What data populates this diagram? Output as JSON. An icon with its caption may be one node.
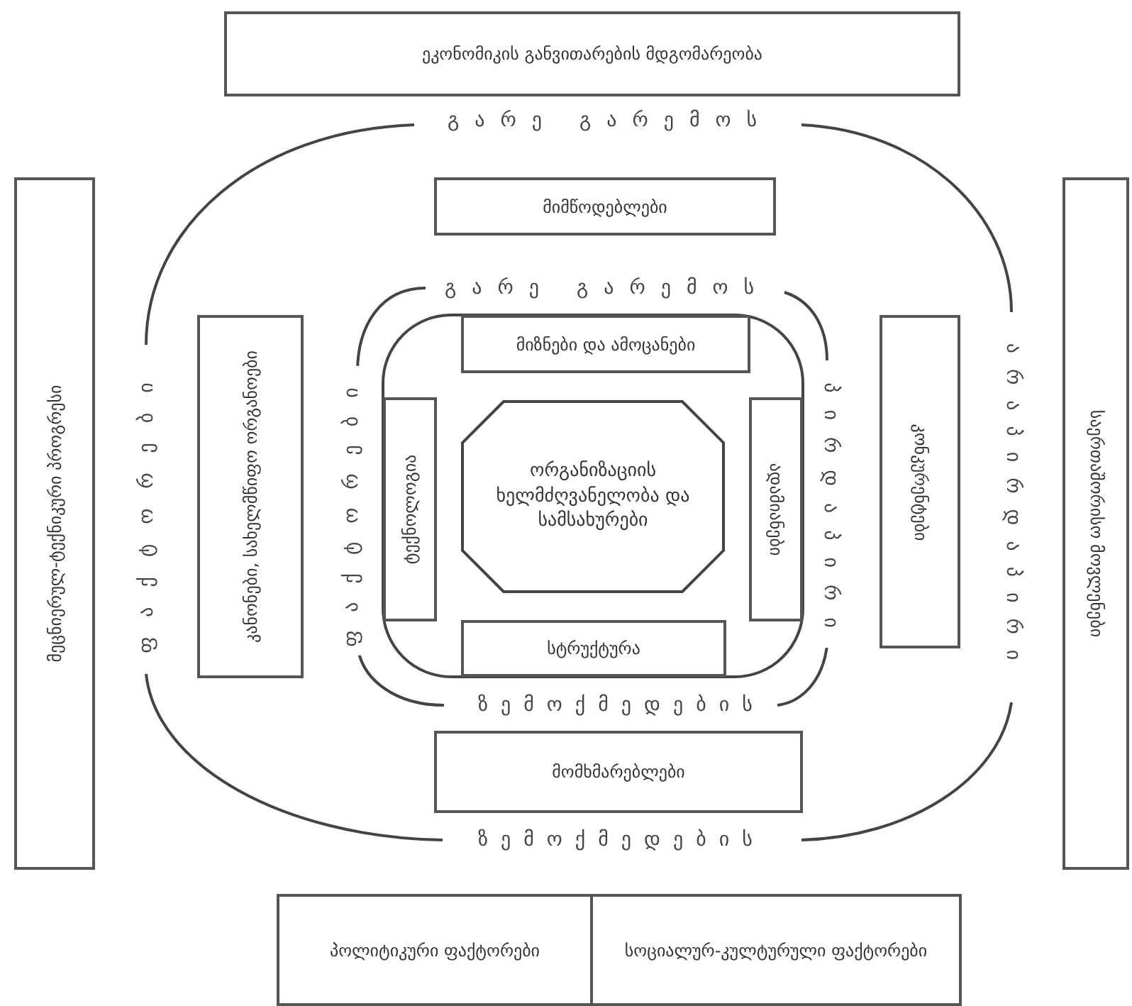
{
  "diagram": {
    "nodes": [
      {
        "text": [
          "ეკონომიკის განვითარების მდგომარეობა"
        ]
      },
      {
        "text": [
          "მეცნიერულ-ტექნიკური პროგრესი"
        ]
      },
      {
        "text": [
          "მიმწოდებლები"
        ]
      },
      {
        "text": [
          "საერთაშორისო მოვლენები"
        ]
      },
      {
        "text": [
          "კანონები, სახელმწიფო ორგანოები"
        ]
      },
      {
        "text": [
          "მიზნები და ამოცანები"
        ]
      },
      {
        "text": [
          "ტექნოლოგია"
        ]
      },
      {
        "text": [
          "ორგანიზაციის ხელმძღვანელობა და სამსახურები"
        ]
      },
      {
        "text": [
          "ადამიანები"
        ]
      },
      {
        "text": [
          "კონკურენტები"
        ]
      },
      {
        "text": [
          "სტრუქტურა"
        ]
      },
      {
        "text": [
          "მომხმარებლები"
        ]
      },
      {
        "text": [
          "პოლიტიკური ფაქტორები"
        ]
      },
      {
        "text": [
          "სოციალურ-კულტურული ფაქტორები"
        ]
      }
    ],
    "labels": [
      "გარე გარემოს",
      "გარე გარემოს",
      "ფაქტორები",
      "ფაქტორები",
      "პირდაპირი",
      "არაპირდაპირი",
      "ზემოქმედების",
      "ზემოქმედების"
    ]
  }
}
